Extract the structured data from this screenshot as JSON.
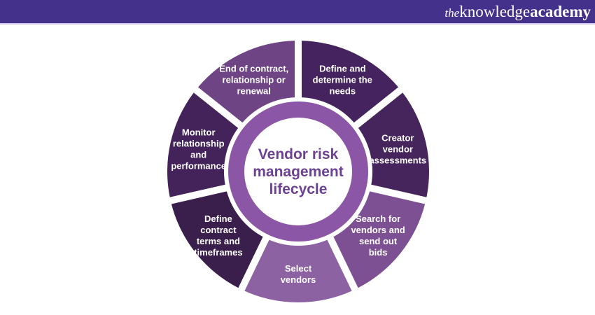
{
  "header": {
    "bg": "#44318B",
    "underline": "#CFC9E6",
    "logo": {
      "the": "the",
      "knowledge": "knowledge",
      "academy": "academy"
    }
  },
  "diagram": {
    "title_lines": [
      "Vendor risk",
      "management",
      "lifecycle"
    ],
    "center": {
      "text_color": "#6D4192",
      "ring_color": "#8A56A5",
      "circle_color": "#FFFFFF"
    },
    "segment_text_color": "#FFFFFF",
    "segments": [
      {
        "name": "define-determine-needs",
        "color": "#45235E",
        "lines": [
          "Define and",
          "determine the",
          "needs"
        ]
      },
      {
        "name": "creator-vendor-assessments",
        "color": "#46245C",
        "lines": [
          "Creator",
          "vendor",
          "assessments"
        ]
      },
      {
        "name": "search-vendors-send-bids",
        "color": "#7D5094",
        "lines": [
          "Search for",
          "vendors and",
          "send out",
          "bids"
        ]
      },
      {
        "name": "select-vendors",
        "color": "#8C62A2",
        "lines": [
          "Select",
          "vendors"
        ]
      },
      {
        "name": "define-contract-terms-timeframes",
        "color": "#3A1F4C",
        "lines": [
          "Define",
          "contract",
          "terms and",
          "timeframes"
        ]
      },
      {
        "name": "monitor-relationship-performance",
        "color": "#44235B",
        "lines": [
          "Monitor",
          "relationship",
          "and",
          "performance"
        ]
      },
      {
        "name": "end-of-contract-renewal",
        "color": "#6E4484",
        "lines": [
          "End of contract,",
          "relationship or",
          "renewal"
        ]
      }
    ]
  }
}
